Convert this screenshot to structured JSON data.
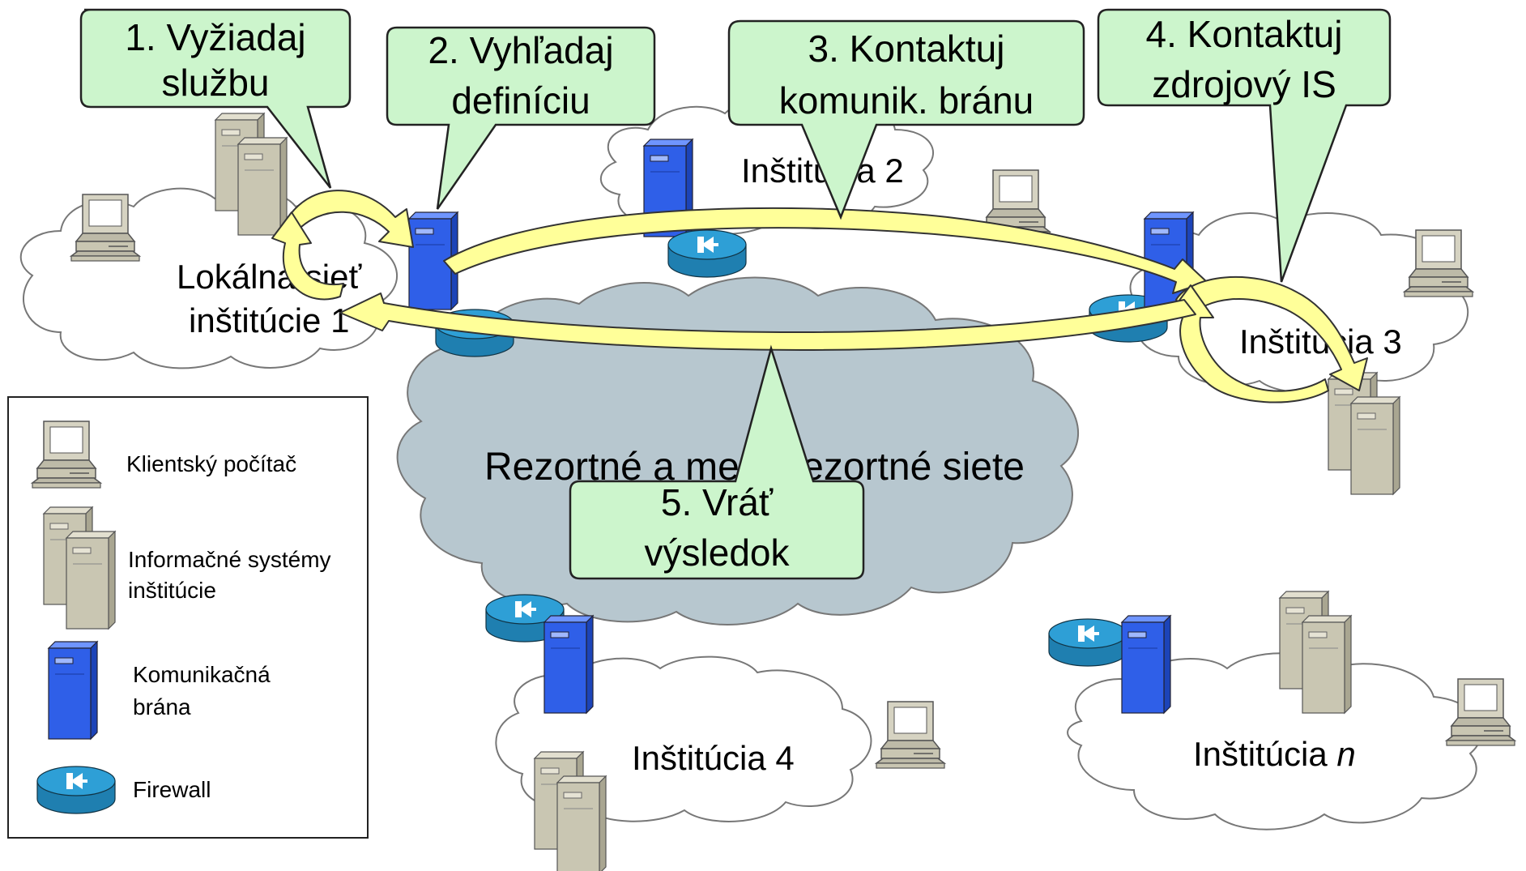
{
  "networks": {
    "local": {
      "line1": "Lokálna sieť",
      "line2": "inštitúcie 1"
    },
    "inst2": "Inštitúcia 2",
    "inst3": "Inštitúcia 3",
    "inst4": "Inštitúcia 4",
    "instn_prefix": "Inštitúcia ",
    "instn_suffix": "n",
    "core": "Rezortné a medzirezortné siete"
  },
  "steps": {
    "s1": {
      "line1": "1. Vyžiadaj",
      "line2": "službu"
    },
    "s2": {
      "line1": "2. Vyhľadaj",
      "line2": "definíciu"
    },
    "s3": {
      "line1": "3. Kontaktuj",
      "line2": "komunik. bránu"
    },
    "s4": {
      "line1": "4. Kontaktuj",
      "line2": "zdrojový IS"
    },
    "s5": {
      "line1": "5. Vráť",
      "line2": "výsledok"
    }
  },
  "legend": {
    "client": "Klientský počítač",
    "is_line1": "Informačné systémy",
    "is_line2": "inštitúcie",
    "gw_line1": "Komunikačná",
    "gw_line2": "brána",
    "firewall": "Firewall"
  },
  "colors": {
    "cloud_fill": "#ffffff",
    "core_fill": "#b7c7cf",
    "callout_fill": "#ccf5cc",
    "arrow_fill": "#ffff99",
    "gateway_blue": "#2f5fe8",
    "firewall_blue": "#2e9fd6",
    "server_beige": "#c9c6b2"
  }
}
